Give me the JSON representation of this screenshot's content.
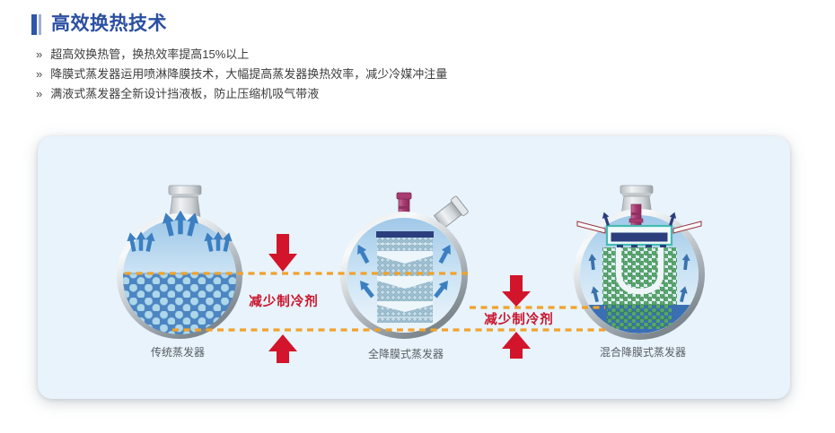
{
  "section": {
    "title": "高效换热技术",
    "bullet_marker": "»",
    "bullets": [
      "超高效换热管，换热效率提高15%以上",
      "降膜式蒸发器运用喷淋降膜技术，大幅提高蒸发器换热效率，减少冷媒冲注量",
      "满液式蒸发器全新设计挡液板，防止压缩机吸气带液"
    ]
  },
  "diagram": {
    "labels": {
      "evaporator1": "传统蒸发器",
      "evaporator2": "全降膜式蒸发器",
      "evaporator3": "混合降膜式蒸发器"
    },
    "annotations": {
      "reduce1": "减少制冷剂",
      "reduce2": "减少制冷剂"
    },
    "colors": {
      "panel_background": "#e8f3fb",
      "title_blue": "#2b4fa2",
      "accent_bar_dark": "#2f55a8",
      "accent_bar_light": "#9fb0cf",
      "arrow_red": "#d2152b",
      "annotation_red": "#c9132a",
      "dash_orange": "#f0a22c",
      "liquid_blue": "#4d85c2",
      "tube_dot_blue": "#aed7ea",
      "tube_green": "#57a66b",
      "pipe_magenta": "#a83c70",
      "plate_navy": "#2c3e7c",
      "teal_box": "#43bcb2"
    }
  }
}
